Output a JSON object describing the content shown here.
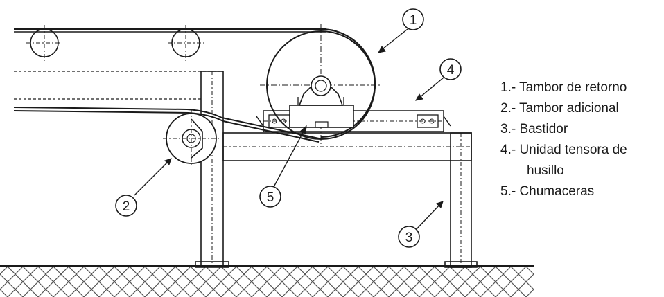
{
  "diagram": {
    "callouts": [
      "1",
      "2",
      "3",
      "4",
      "5"
    ],
    "legend": [
      {
        "id": "1",
        "text": "1.- Tambor de retorno"
      },
      {
        "id": "2",
        "text": "2.- Tambor adicional"
      },
      {
        "id": "3",
        "text": "3.- Bastidor"
      },
      {
        "id": "4",
        "text": "4.- Unidad tensora de"
      },
      {
        "id": "4b",
        "text": "husillo"
      },
      {
        "id": "5",
        "text": "5.- Chumaceras"
      }
    ],
    "colors": {
      "ink": "#1a1a1a",
      "paper": "#ffffff",
      "hatch": "#555555"
    }
  }
}
